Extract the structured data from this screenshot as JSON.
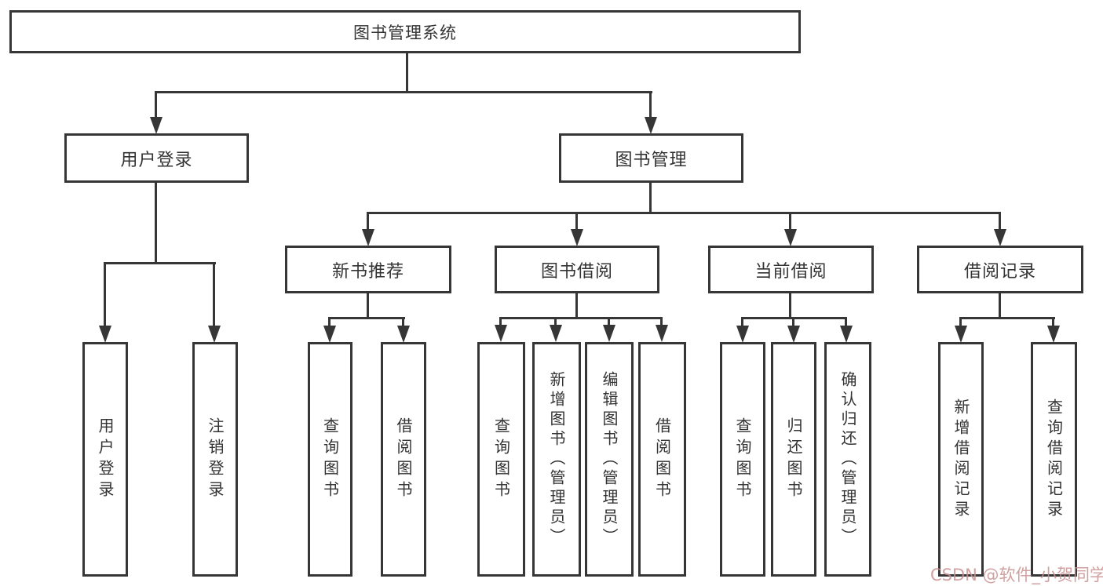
{
  "tree": {
    "root_label": "图书管理系统",
    "branches": [
      {
        "label": "用户登录",
        "leaves": [
          "用户登录",
          "注销登录"
        ]
      },
      {
        "label": "图书管理",
        "groups": [
          {
            "label": "新书推荐",
            "leaves": [
              "查询图书",
              "借阅图书"
            ]
          },
          {
            "label": "图书借阅",
            "leaves": [
              "查询图书",
              "新增图书（管理员）",
              "编辑图书（管理员）",
              "借阅图书"
            ]
          },
          {
            "label": "当前借阅",
            "leaves": [
              "查询图书",
              "归还图书",
              "确认归还（管理员）"
            ]
          },
          {
            "label": "借阅记录",
            "leaves": [
              "新增借阅记录",
              "查询借阅记录"
            ]
          }
        ]
      }
    ]
  },
  "watermark": {
    "text": "CSDN @软件_小贺同学",
    "color": "#c98f8f"
  },
  "colors": {
    "line": "#363636",
    "box_border": "#363636",
    "box_fill": "#ffffff",
    "text": "#333333",
    "background": "#ffffff"
  }
}
